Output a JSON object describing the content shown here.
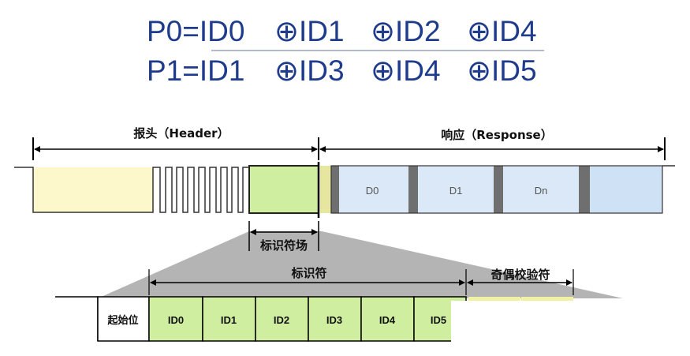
{
  "formulas": {
    "p0": [
      "P0=ID0",
      "⊕ID1",
      "⊕ID2",
      "⊕ID4"
    ],
    "p1": [
      "P1=ID1",
      "⊕ID3",
      "⊕ID4",
      "⊕ID5"
    ]
  },
  "frame": {
    "header_label": "报头（Header）",
    "response_label": "响应（Response）",
    "data_fields": [
      "D0",
      "D1",
      "Dn"
    ],
    "id_field_label": "标识符场"
  },
  "detail": {
    "identifier_label": "标识符",
    "parity_label": "奇偶校验符",
    "start_bit": "起始位",
    "id_fields": [
      "ID0",
      "ID1",
      "ID2",
      "ID3",
      "ID4",
      "ID5"
    ]
  },
  "colors": {
    "formula_text": "#1f3b8c",
    "header_fill": "#fdf8cc",
    "id_green": "#cfeea0",
    "response_blue": "#dbe8f7",
    "separator_gray": "#6f6f6f",
    "zoom_gray": "#b4b4b4"
  }
}
